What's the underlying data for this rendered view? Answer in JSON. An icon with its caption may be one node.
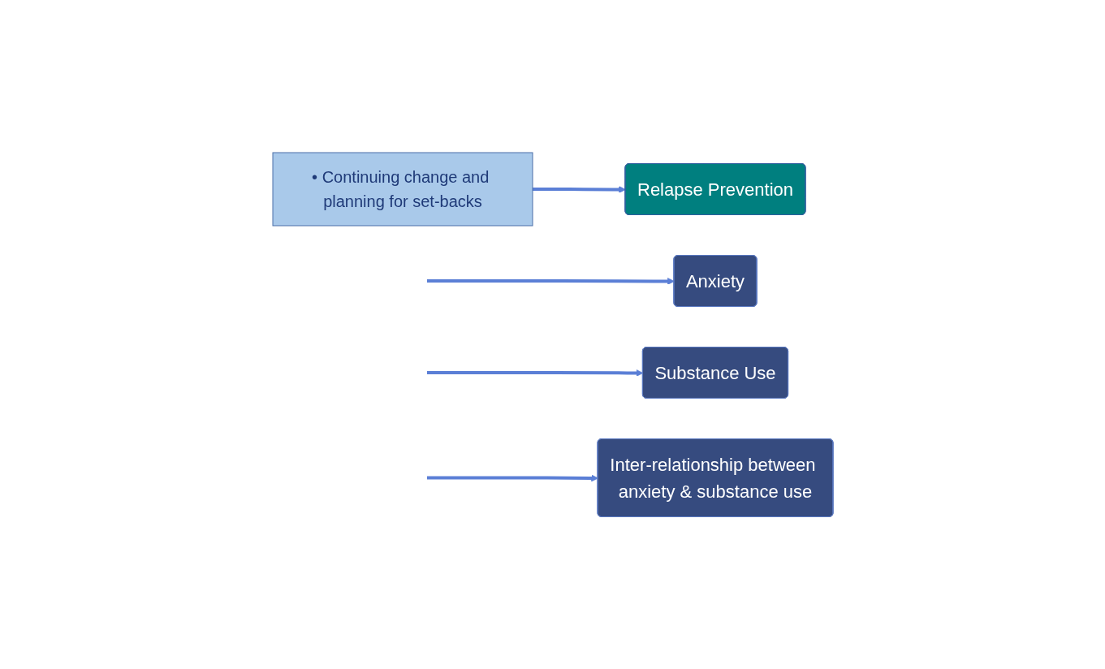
{
  "diagram": {
    "nodes": [
      {
        "text": [
          "• Continuing change and planning for set-backs"
        ]
      },
      {
        "text": [
          "Relapse Prevention"
        ]
      },
      {
        "text": [
          "Anxiety"
        ]
      },
      {
        "text": [
          "Substance Use"
        ]
      },
      {
        "text": [
          "Inter-relationship between anxiety & substance use"
        ]
      }
    ],
    "edges": [
      {
        "from": 0,
        "to": 1,
        "arrow": "to"
      },
      {
        "from": null,
        "to": 2,
        "arrow": "to"
      },
      {
        "from": null,
        "to": 3,
        "arrow": "to"
      },
      {
        "from": null,
        "to": 4,
        "arrow": "to"
      }
    ]
  }
}
